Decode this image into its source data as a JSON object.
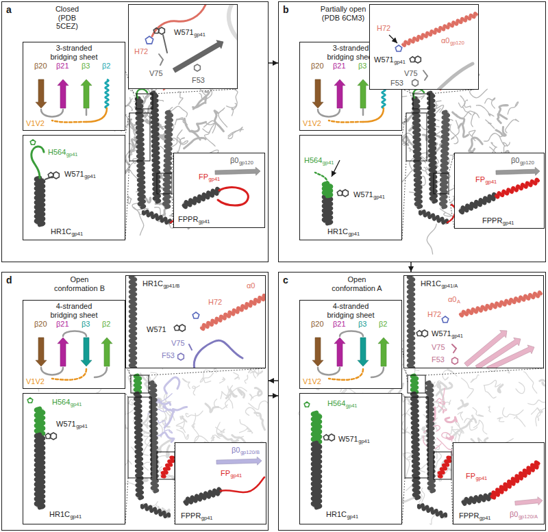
{
  "diagram": {
    "nodes": [
      {
        "text": [
          "a",
          "Closed (PDB 5CEZ)"
        ]
      },
      {
        "text": [
          "3-stranded bridging sheet",
          "β20",
          "β21",
          "β3",
          "β2",
          "V1V2"
        ],
        "in": 0
      },
      {
        "text": [
          "H72",
          "W571",
          "gp41",
          "V75",
          "F53"
        ],
        "in": 0
      },
      {
        "text": [
          "H564",
          "gp41",
          "W571",
          "gp41",
          "HR1C",
          "gp41"
        ],
        "in": 0
      },
      {
        "text": [
          "FP",
          "gp41",
          "β0",
          "gp120",
          "FPPR",
          "gp41"
        ],
        "in": 0
      },
      {
        "text": [
          "b",
          "Partially open (PDB 6CM3)"
        ]
      },
      {
        "text": [
          "3-stranded bridging sheet",
          "β20",
          "β21",
          "β3",
          "β2",
          "V1V2"
        ],
        "in": 5
      },
      {
        "text": [
          "H72",
          "α0",
          "gp120",
          "W571",
          "gp41",
          "V75",
          "F53"
        ],
        "in": 5
      },
      {
        "text": [
          "H564",
          "gp41",
          "W571",
          "gp41",
          "HR1C",
          "gp41"
        ],
        "in": 5
      },
      {
        "text": [
          "FP",
          "gp41",
          "β0",
          "gp120",
          "FPPR",
          "gp41"
        ],
        "in": 5
      },
      {
        "text": [
          "c",
          "Open conformation A"
        ]
      },
      {
        "text": [
          "4-stranded bridging sheet",
          "β20",
          "β21",
          "β3",
          "β2",
          "V1V2"
        ],
        "in": 10
      },
      {
        "text": [
          "HR1C",
          "gp41/A",
          "α0",
          "A",
          "H72",
          "W571",
          "gp41",
          "V75",
          "F53"
        ],
        "in": 10
      },
      {
        "text": [
          "H564",
          "gp41",
          "W571",
          "gp41",
          "HR1C",
          "gp41"
        ],
        "in": 10
      },
      {
        "text": [
          "FP",
          "gp41",
          "β0",
          "gp120/A",
          "FPPR",
          "gp41"
        ],
        "in": 10
      },
      {
        "text": [
          "d",
          "Open conformation B"
        ]
      },
      {
        "text": [
          "4-stranded bridging sheet",
          "β20",
          "β21",
          "β3",
          "β2",
          "V1V2"
        ],
        "in": 15
      },
      {
        "text": [
          "HR1C",
          "gp41/B",
          "α0",
          "H72",
          "W571",
          "V75",
          "F53"
        ],
        "in": 15
      },
      {
        "text": [
          "H564",
          "gp41",
          "W571",
          "gp41",
          "HR1C",
          "gp41"
        ],
        "in": 15
      },
      {
        "text": [
          "FP",
          "gp41",
          "β0",
          "gp120/B",
          "FPPR",
          "gp41"
        ],
        "in": 15
      }
    ],
    "edges": [
      {
        "from": 0,
        "to": 5,
        "arrow": "to"
      },
      {
        "from": 5,
        "to": 10,
        "arrow": "to"
      },
      {
        "from": 10,
        "to": 15,
        "arrow": "to"
      },
      {
        "from": 15,
        "to": 10,
        "arrow": "to"
      }
    ]
  }
}
